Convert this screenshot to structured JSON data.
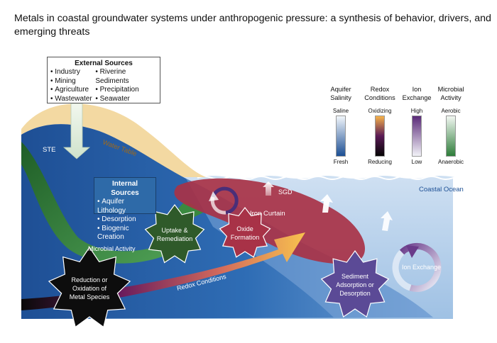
{
  "title": "Metals in coastal groundwater systems under anthropogenic pressure: a synthesis of behavior, drivers, and emerging threats",
  "external_sources": {
    "heading": "External Sources",
    "col1": [
      "Industry",
      "Mining",
      "Agriculture",
      "Wastewater"
    ],
    "col2": [
      "Riverine Sediments",
      "Precipitation",
      "Seawater"
    ]
  },
  "internal_sources": {
    "heading": "Internal Sources",
    "items": [
      "Aquifer Lithology",
      "Desorption",
      "Biogenic Creation"
    ]
  },
  "labels": {
    "ste": "STE",
    "water_table": "Water Table",
    "sgd": "SGD",
    "coastal_ocean": "Coastal Ocean",
    "iron_curtain": "Iron Curtain",
    "microbial_activity": "Microbial Activity",
    "redox_conditions": "Redox Conditions",
    "ion_exchange": "Ion Exchange"
  },
  "stars": {
    "uptake": [
      "Uptake &",
      "Remediation"
    ],
    "oxide": [
      "Oxide",
      "Formation"
    ],
    "reduction": [
      "Reduction or",
      "Oxidation of",
      "Metal Species"
    ],
    "sediment": [
      "Sediment",
      "Adsorption or",
      "Desorption"
    ]
  },
  "legend": [
    {
      "title": [
        "Aquifer",
        "Salinity"
      ],
      "top": "Saline",
      "bottom": "Fresh",
      "colors": [
        "#f2f6fb",
        "#1c4f94"
      ]
    },
    {
      "title": [
        "Redox",
        "Conditions"
      ],
      "top": "Oxidizing",
      "bottom": "Reducing",
      "colors": [
        "#f6b24a",
        "#5a1a55",
        "#050505"
      ]
    },
    {
      "title": [
        "Ion",
        "Exchange"
      ],
      "top": "High",
      "bottom": "Low",
      "colors": [
        "#5a2a78",
        "#f2f2f8"
      ]
    },
    {
      "title": [
        "Microbial",
        "Activity"
      ],
      "top": "Aerobic",
      "bottom": "Anaerobic",
      "colors": [
        "#f2f7f2",
        "#2e7d3a"
      ]
    }
  ],
  "colors": {
    "aquifer": "#2a62a8",
    "ocean": "#a9c8e8",
    "water_table": "#f3d9a2",
    "iron_curtain": "#a83247",
    "microbial": "#3a8a40",
    "star_green": "#2f5a2a",
    "star_red": "#a83247",
    "star_black": "#0d0d0d",
    "star_purple": "#5b4a96"
  }
}
